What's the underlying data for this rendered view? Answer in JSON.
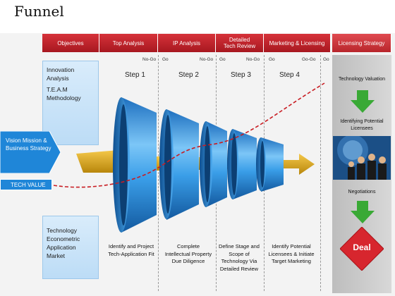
{
  "title": "Funnel",
  "headers": [
    "Objectives",
    "Top Analysis",
    "IP Analysis",
    "Detailed Tech Review",
    "Marketing & Licensing",
    "Licensing Strategy"
  ],
  "go_labels": [
    "No-Go",
    "Go",
    "No-Go",
    "Go",
    "No-Go",
    "Go",
    "Go-Go",
    "Go"
  ],
  "steps": [
    "Step 1",
    "Step 2",
    "Step 3",
    "Step 4"
  ],
  "left_top_box": [
    "Innovation Analysis",
    "T.E.A.M Methodology"
  ],
  "left_bottom_box": [
    "Technology Econometric Application Market"
  ],
  "vision_arrow": "Vision Mission & Business Strategy",
  "tech_value": "TECH VALUE",
  "step_descriptions": [
    "Identify and Project Tech-Application Fit",
    "Complete Intellectual Property Due Diligence",
    "Define Stage and Scope of Technology Via Detailed Review",
    "Identify Potential Licensees & Initiate Target Marketing"
  ],
  "right_column": {
    "technology_valuation": "Technology Valuation",
    "identifying_licensees": "Identifying Potential Licensees",
    "negotiations": "Negotiations",
    "deal": "Deal"
  },
  "colors": {
    "header_red": "#c8242c",
    "funnel_blue": "#3a9ee8",
    "arrow_gold": "#d8a414",
    "green_arrow": "#39a935",
    "deal_red": "#d7262e",
    "curve_red": "#c81c22"
  }
}
